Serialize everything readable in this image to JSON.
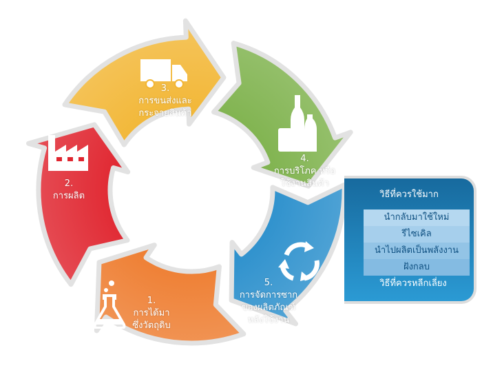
{
  "steps": [
    {
      "num": "1.",
      "line1": "การได้มา",
      "line2": "ซึ่งวัตถุดิบ",
      "color": "#ee7d30",
      "icon": "flask-icon"
    },
    {
      "num": "2.",
      "line1": "การผลิต",
      "line2": "",
      "color": "#e0252f",
      "icon": "factory-icon"
    },
    {
      "num": "3.",
      "line1": "การขนส่งและ",
      "line2": "กระจายสินค้า",
      "color": "#f2b634",
      "icon": "truck-icon"
    },
    {
      "num": "4.",
      "line1": "การบริโภค หรือ",
      "line2": "ใช้งานสินค้า",
      "color": "#7eb24c",
      "icon": "bottles-icon"
    },
    {
      "num": "5.",
      "line1": "การจัดการซาก",
      "line2": "ของผลิตภัณฑ์",
      "line3": "หลังใช้งาน",
      "color": "#2a8fcc",
      "icon": "recycle-icon"
    }
  ],
  "panel": {
    "top_label": "วิธีที่ควรใช้มาก",
    "options": [
      "นำกลับมาใช้ใหม่",
      "รีไซเคิล",
      "นำไปผลิตเป็นพลังงาน",
      "ฝังกลบ"
    ],
    "bottom_label": "วิธีที่ควรหลีกเลี่ยง",
    "row_colors": [
      "#b5d8f0",
      "#a6cfec",
      "#93c4e6",
      "#84bbe2"
    ]
  }
}
